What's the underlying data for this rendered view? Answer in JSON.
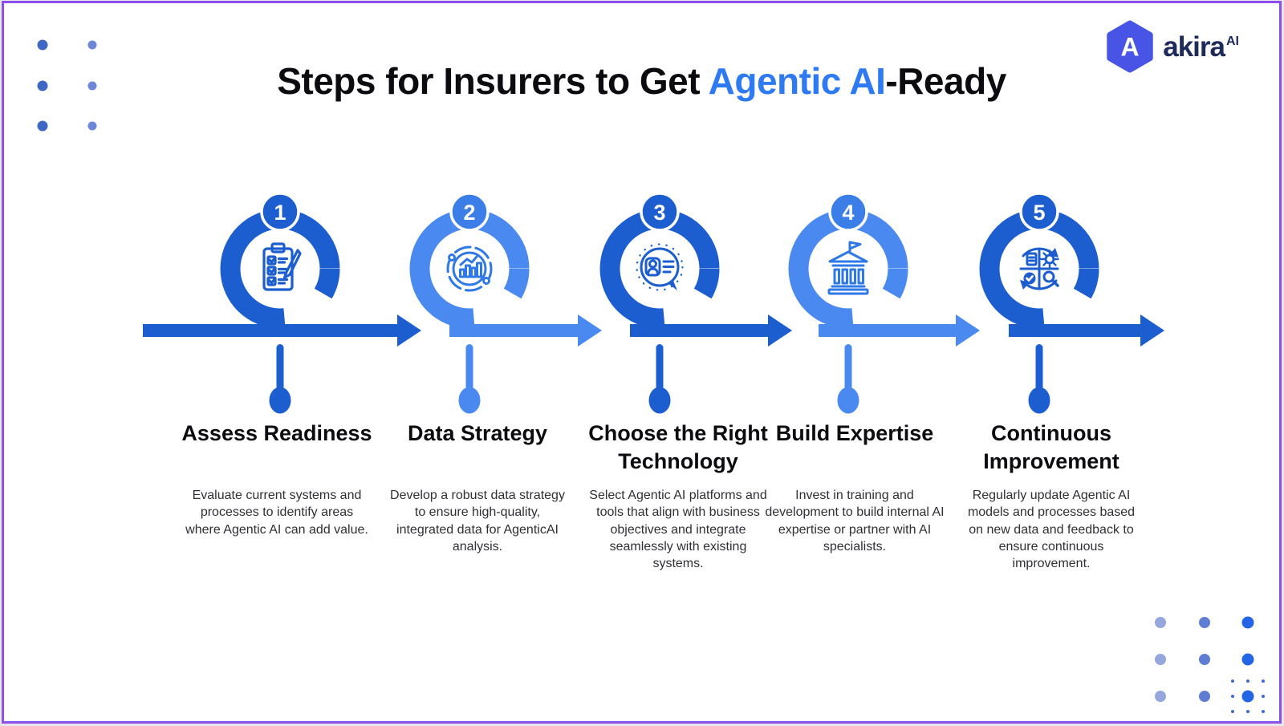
{
  "page": {
    "border_color": "#8C4FEB",
    "background": "#FFFFFF"
  },
  "logo": {
    "mark_letter": "A",
    "brand": "akira",
    "brand_superscript": "AI"
  },
  "header": {
    "title_prefix": "Steps for Insurers to Get ",
    "title_highlight": "Agentic AI",
    "title_suffix": "-Ready"
  },
  "colors": {
    "primary_dark_blue": "#1C5ECF",
    "primary_light_blue": "#4A89EF",
    "light_badge_blue": "#3B7EE8",
    "title_highlight_blue": "#2E7AF2",
    "logo_hex_blue": "#4754E6",
    "logo_text_navy": "#1E2A5A"
  },
  "steps": [
    {
      "number": "1",
      "tone": "dark",
      "icon": "clipboard-checklist-icon",
      "title": "Assess Readiness",
      "description": "Evaluate current systems and processes to identify areas where  Agentic AI can add value."
    },
    {
      "number": "2",
      "tone": "light",
      "icon": "data-analytics-icon",
      "title": "Data Strategy",
      "description": "Develop a robust data strategy to ensure high-quality, integrated data for AgenticAI analysis."
    },
    {
      "number": "3",
      "tone": "dark",
      "icon": "chat-profile-icon",
      "title": "Choose the Right Technology",
      "description": "Select Agentic  AI platforms and tools that align with business objectives and integrate seamlessly with existing systems."
    },
    {
      "number": "4",
      "tone": "light",
      "icon": "institution-building-icon",
      "title": "Build Expertise",
      "description": "Invest in training and development to build internal AI expertise or partner with AI specialists."
    },
    {
      "number": "5",
      "tone": "dark",
      "icon": "improvement-cycle-icon",
      "title": "Continuous Improvement",
      "description": "Regularly update Agentic AI models and processes based on new data and feedback to ensure continuous improvement."
    }
  ]
}
